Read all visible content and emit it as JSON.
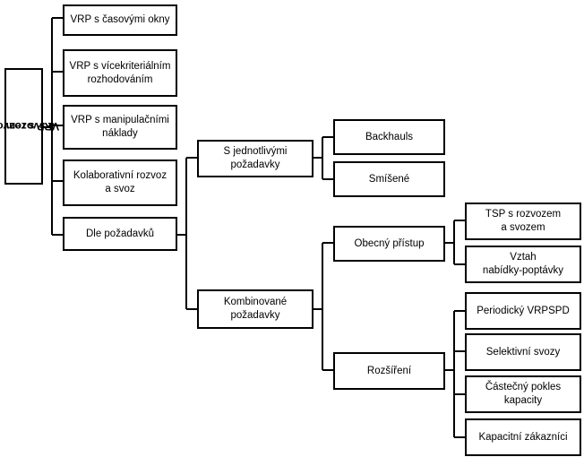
{
  "diagram": {
    "root": {
      "line1": "VRP s rozvozem",
      "line2": "a svozem"
    },
    "level1": [
      "VRP s časovými okny",
      "VRP s vícekriteriálním\nrozhodováním",
      "VRP s manipulačními\nnáklady",
      "Kolaborativní rozvoz\na svoz",
      "Dle požadavků"
    ],
    "level2": {
      "single": "S jednotlivými\npožadavky",
      "combined": "Kombinované\npožadavky"
    },
    "single_children": [
      "Backhauls",
      "Smíšené"
    ],
    "combined_children": {
      "general": "Obecný přístup",
      "extension": "Rozšíření"
    },
    "general_children": [
      "TSP s rozvozem\na svozem",
      "Vztah\nnabídky-poptávky"
    ],
    "extension_children": [
      "Periodický VRPSPD",
      "Selektivní svozy",
      "Částečný pokles\nkapacity",
      "Kapacitní zákazníci"
    ]
  }
}
